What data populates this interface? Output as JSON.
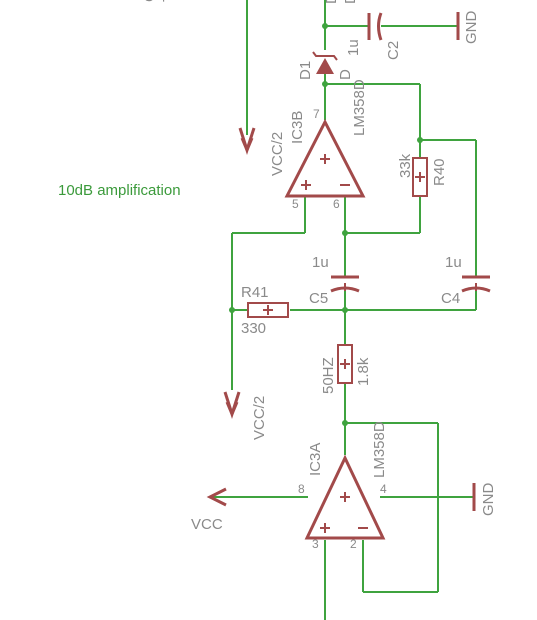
{
  "labels": {
    "top_cut_1": "C",
    "top_cut_2": "T",
    "top_cut_3": "D",
    "top_cut_4": "D",
    "c2_value": "1u",
    "c2_name": "C2",
    "gnd_top": "GND",
    "d1_name": "D1",
    "d1_pin": "D",
    "ic3b_name": "IC3B",
    "ic3b_part": "LM358D",
    "ic3b_pin7": "7",
    "vcc2_upper": "VCC/2",
    "r40_value": "33k",
    "r40_name": "R40",
    "note": "10dB amplification",
    "ic3b_pin5": "5",
    "ic3b_pin6": "6",
    "c5_value": "1u",
    "c4_value": "1u",
    "r41_name": "R41",
    "c5_name": "C5",
    "c4_name": "C4",
    "r41_value": "330",
    "freq_label": "50HZ",
    "r_value_18k": "1.8k",
    "vcc2_lower": "VCC/2",
    "ic3a_name": "IC3A",
    "ic3a_part": "LM358D",
    "ic3a_pin8": "8",
    "ic3a_pin4": "4",
    "vcc": "VCC",
    "gnd_bottom": "GND",
    "ic3a_pin3": "3",
    "ic3a_pin2": "2"
  },
  "colors": {
    "wire": "#3fa33f",
    "part": "#a24a4a",
    "label": "#8a8a8a",
    "note": "#3b9a3b"
  }
}
